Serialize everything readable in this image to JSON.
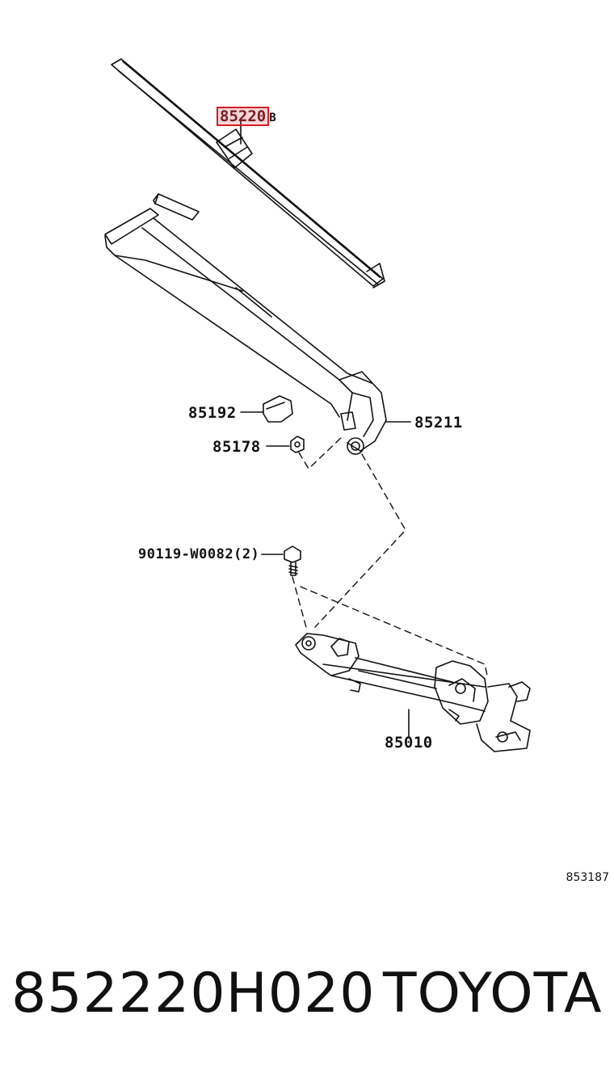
{
  "diagram": {
    "labels": {
      "blade": "85220",
      "blade_suffix": "B",
      "cap": "85192",
      "nut": "85178",
      "arm": "85211",
      "bolt": "90119-W0082(2)",
      "linkage": "85010"
    },
    "figure_code": "853187",
    "highlight_color": "#d21f26"
  },
  "footer": {
    "part_number": "852220H020",
    "brand": "TOYOTA"
  }
}
